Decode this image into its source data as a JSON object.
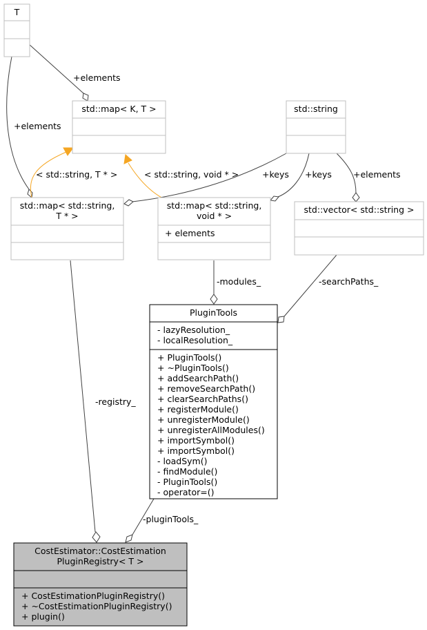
{
  "classes": {
    "t": {
      "title": [
        "T"
      ],
      "attributes": [],
      "methods": []
    },
    "map_kt": {
      "title": [
        "std::map< K, T >"
      ],
      "attributes": [],
      "methods": []
    },
    "string": {
      "title": [
        "std::string"
      ],
      "attributes": [],
      "methods": []
    },
    "map_string_t": {
      "title": [
        "std::map< std::string,",
        "T * >"
      ],
      "attributes": [],
      "methods": []
    },
    "map_string_void": {
      "title": [
        "std::map< std::string,",
        "void * >"
      ],
      "attributes": [
        "+ elements"
      ],
      "methods": []
    },
    "vector_string": {
      "title": [
        "std::vector< std::string >"
      ],
      "attributes": [],
      "methods": []
    },
    "plugin_tools": {
      "title": [
        "PluginTools"
      ],
      "attributes": [
        "- lazyResolution_",
        "- localResolution_"
      ],
      "methods": [
        "+ PluginTools()",
        "+ ~PluginTools()",
        "+ addSearchPath()",
        "+ removeSearchPath()",
        "+ clearSearchPaths()",
        "+ registerModule()",
        "+ unregisterModule()",
        "+ unregisterAllModules()",
        "+ importSymbol()",
        "+ importSymbol()",
        "- loadSym()",
        "- findModule()",
        "- PluginTools()",
        "- operator=()"
      ]
    },
    "cost_registry": {
      "title": [
        "CostEstimator::CostEstimation",
        "PluginRegistry< T >"
      ],
      "attributes": [],
      "methods": [
        "+ CostEstimationPluginRegistry()",
        "+ ~CostEstimationPluginRegistry()",
        "+ plugin()"
      ]
    }
  },
  "edge_labels": {
    "t_to_map_kt": "+elements",
    "t_to_map_string_t": "+elements",
    "template_string_t": "< std::string, T * >",
    "template_string_void": "< std::string, void * >",
    "string_keys_1": "+keys",
    "string_keys_2": "+keys",
    "string_elements": "+elements",
    "modules": "-modules_",
    "search_paths": "-searchPaths_",
    "registry": "-registry_",
    "plugin_tools": "-pluginTools_"
  },
  "colors": {
    "class_border_plain": "#bfbfbf",
    "class_border_focus": "#000000",
    "focus_fill": "#bfbfbf",
    "edge": "#404040",
    "template_edge": "#f5a623"
  }
}
